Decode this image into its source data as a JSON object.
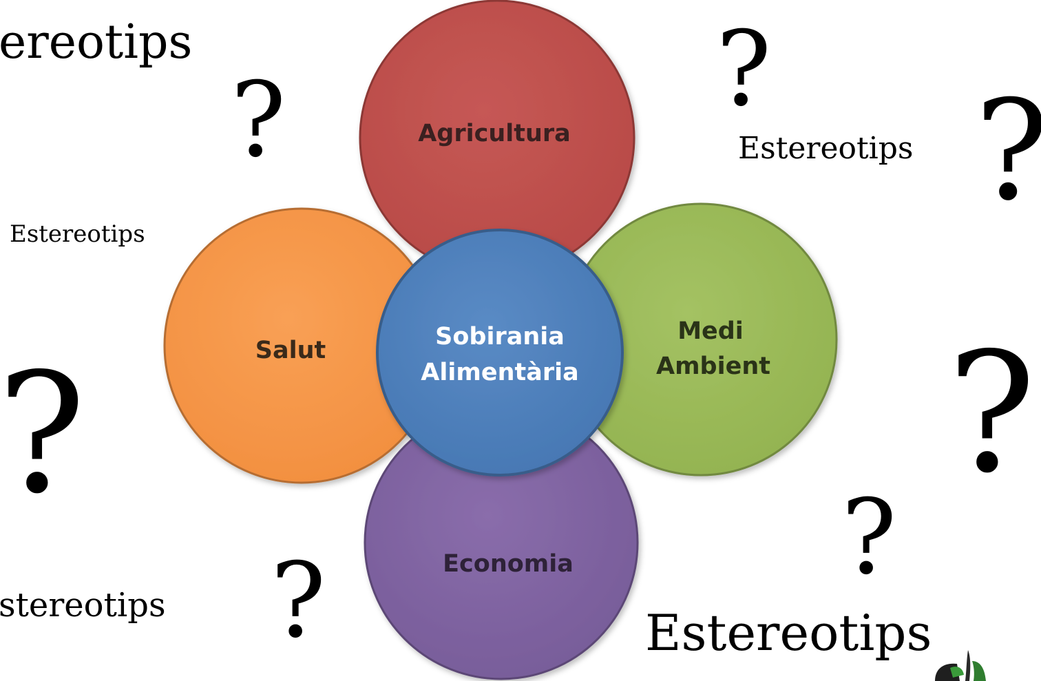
{
  "diagram": {
    "center": {
      "label_line1": "Sobirania",
      "label_line2": "Alimentària",
      "color": "#4f81bd",
      "stroke": "#385d8a"
    },
    "petals": {
      "top": {
        "label": "Agricultura",
        "color": "#c0504d",
        "stroke": "#8c3836"
      },
      "left": {
        "label": "Salut",
        "color": "#f79646",
        "stroke": "#b66d31"
      },
      "right": {
        "label_line1": "Medi",
        "label_line2": "Ambient",
        "color": "#9bbb59",
        "stroke": "#71893f"
      },
      "bottom": {
        "label": "Economia",
        "color": "#8064a2",
        "stroke": "#5c4776"
      }
    }
  },
  "annotations": {
    "estereotips_top_left": "ereotips",
    "estereotips_left": "Estereotips",
    "estereotips_bottom_left": "stereotips",
    "estereotips_top_right": "Estereotips",
    "estereotips_bottom_right": "Estereotips",
    "question_mark": "?"
  }
}
